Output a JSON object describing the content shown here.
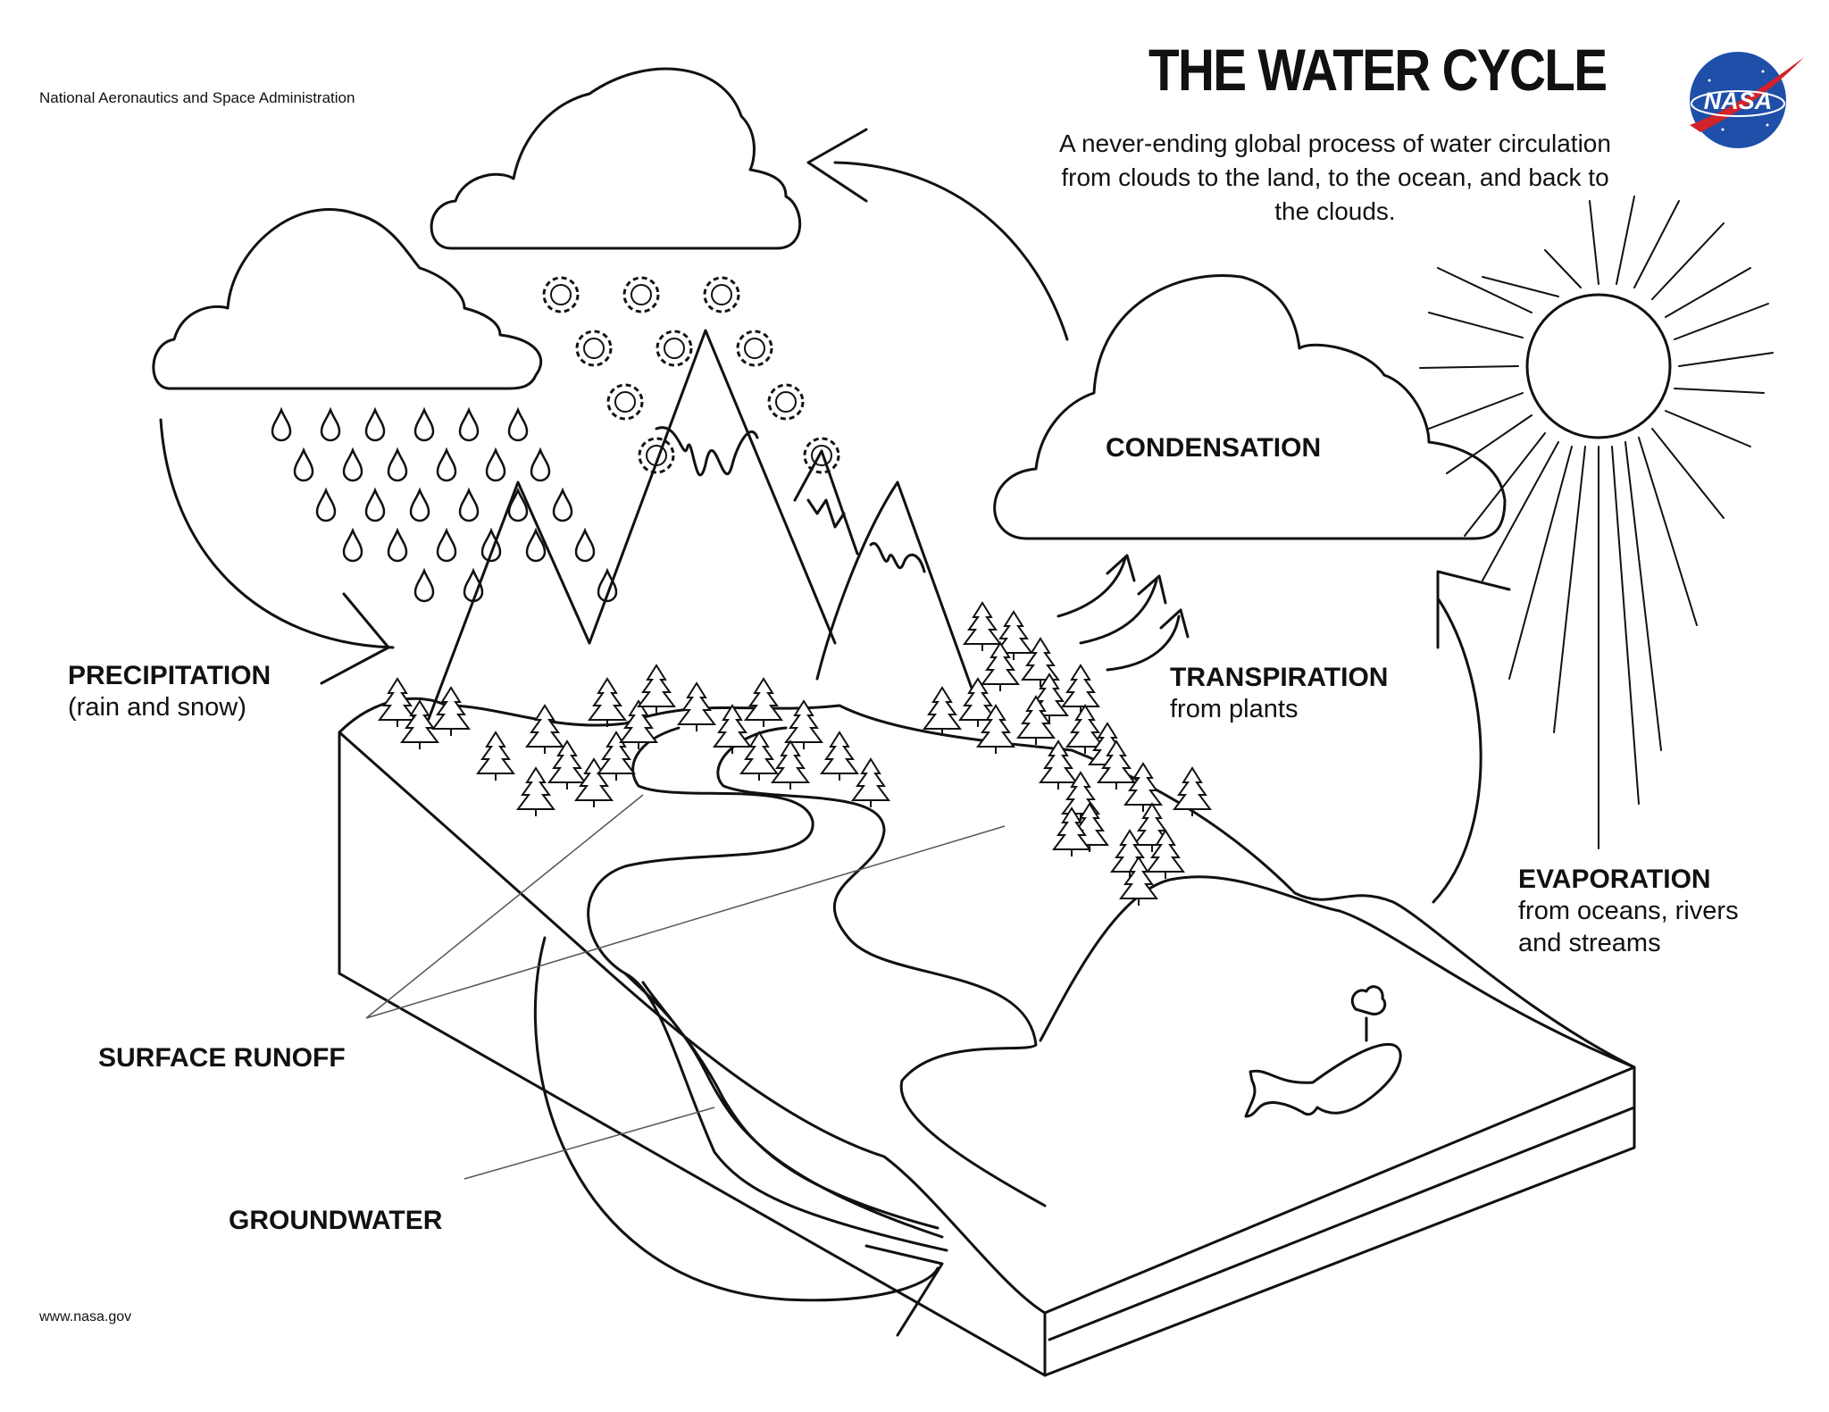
{
  "header": {
    "agency": "National Aeronautics and Space Administration",
    "title": "THE WATER CYCLE",
    "subtitle": "A never-ending global process of water circulation from clouds to the land, to the ocean, and back to the clouds.",
    "logo_text": "NASA"
  },
  "labels": {
    "precipitation": {
      "title": "PRECIPITATION",
      "detail": "(rain and snow)"
    },
    "condensation": {
      "title": "CONDENSATION"
    },
    "transpiration": {
      "title": "TRANSPIRATION",
      "detail": "from plants"
    },
    "evaporation": {
      "title": "EVAPORATION",
      "detail_1": "from oceans, rivers",
      "detail_2": "and streams"
    },
    "surface_runoff": {
      "title": "SURFACE RUNOFF"
    },
    "groundwater": {
      "title": "GROUNDWATER"
    }
  },
  "footer": {
    "url": "www.nasa.gov"
  },
  "colors": {
    "line": "#111111",
    "background": "#ffffff",
    "logo_blue": "#1f4fa8",
    "logo_red": "#d2232a"
  }
}
